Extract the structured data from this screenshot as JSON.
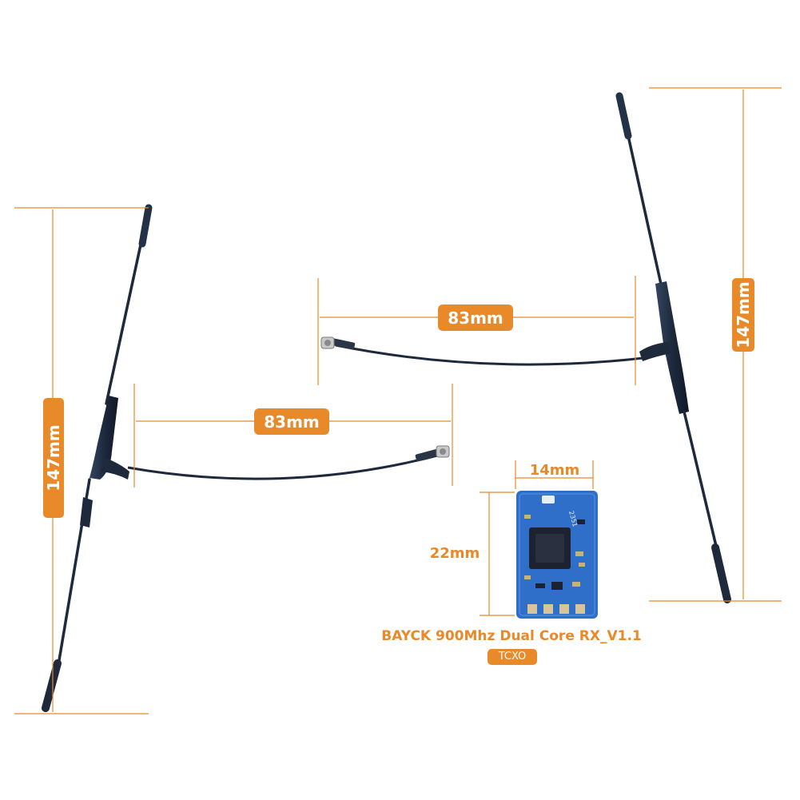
{
  "labels": {
    "left_antenna_height": "147mm",
    "left_cable_length": "83mm",
    "right_antenna_height": "147mm",
    "right_cable_length": "83mm",
    "board_width": "14mm",
    "board_height": "22mm",
    "board_marking": "2351"
  },
  "product": {
    "name": "BAYCK 900Mhz Dual Core RX_V1.1",
    "tag": "TCXO"
  },
  "colors": {
    "accent": "#e8892a",
    "antenna": "#1e2a3c",
    "pcb": "#2f6fc9",
    "pad": "#d8c49a"
  }
}
